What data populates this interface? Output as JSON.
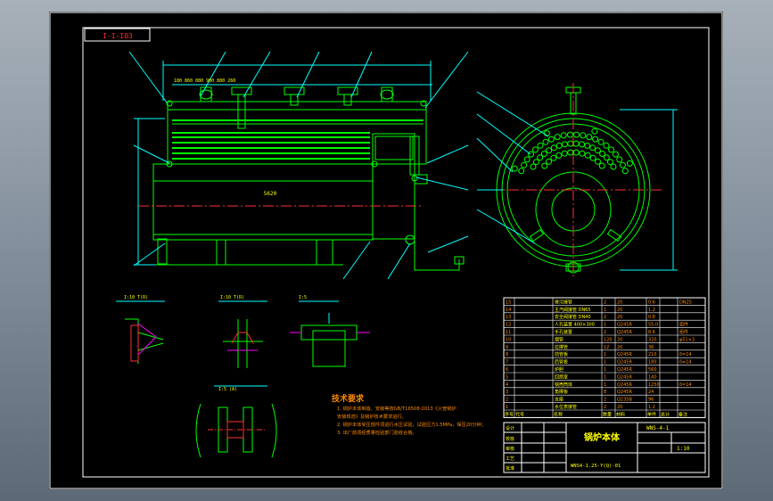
{
  "colors": {
    "frame": "#ffffff",
    "body": "#00ff00",
    "dim": "#00ffff",
    "text": "#ffff00",
    "accent": "#ff3030",
    "highlight": "#ff00ff",
    "note": "#ff8c00"
  },
  "drawing": {
    "section_label": "I-I-I03",
    "main_dimension": "5620",
    "detail_labels": [
      "I:10 T(R)",
      "I:10 T(R)",
      "I:5",
      "I:5 (A)"
    ],
    "technical_title": "技术要求",
    "technical_notes": [
      "1. 锅炉本体制造、安装等按GB/T16508-2013《火管锅炉",
      "   安装规范》及锅炉技术要求进行。",
      "2. 锅炉本体受压部件须进行水压试验，试验压力1.5MPa，保压20分钟；",
      "3. 出厂前须经质量检验部门验收合格。"
    ]
  },
  "bom": {
    "rows": [
      [
        "15",
        "排污接管",
        "2",
        "20",
        "0.6",
        "DN25"
      ],
      [
        "14",
        "主汽阀接管 DN65",
        "1",
        "20",
        "1.2",
        ""
      ],
      [
        "13",
        "安全阀接管 DN40",
        "2",
        "20",
        "0.8",
        ""
      ],
      [
        "12",
        "人孔装置 400×300",
        "1",
        "Q245R",
        "55.0",
        "组件"
      ],
      [
        "11",
        "手孔装置",
        "2",
        "Q245R",
        "8.6",
        "组件"
      ],
      [
        "10",
        "烟管",
        "120",
        "20",
        "320",
        "φ51×3"
      ],
      [
        "9",
        "拉撑管",
        "12",
        "20",
        "36",
        ""
      ],
      [
        "8",
        "前管板",
        "1",
        "Q245R",
        "210",
        "δ=14"
      ],
      [
        "7",
        "后管板",
        "1",
        "Q245R",
        "180",
        "δ=14"
      ],
      [
        "6",
        "炉胆",
        "1",
        "Q245R",
        "560",
        ""
      ],
      [
        "5",
        "回燃室",
        "1",
        "Q245R",
        "140",
        ""
      ],
      [
        "4",
        "锅壳筒体",
        "1",
        "Q245R",
        "1250",
        "δ=14"
      ],
      [
        "3",
        "角撑板",
        "8",
        "Q245R",
        "24",
        ""
      ],
      [
        "2",
        "支座",
        "2",
        "Q235B",
        "96",
        ""
      ],
      [
        "1",
        "水位表接管",
        "2",
        "20",
        "1.2",
        ""
      ]
    ],
    "header": [
      "序号",
      "代号",
      "名称",
      "数量",
      "材料",
      "单件",
      "总计",
      "备注"
    ]
  },
  "title_block": {
    "name": "锅炉本体",
    "drawing_no": "WNS-4-1",
    "scale": "1:10",
    "bottom_note": "WNS4-1.25-Y(Q)-01",
    "sign_rows": [
      "设计",
      "校核",
      "审核",
      "工艺",
      "批准"
    ]
  }
}
